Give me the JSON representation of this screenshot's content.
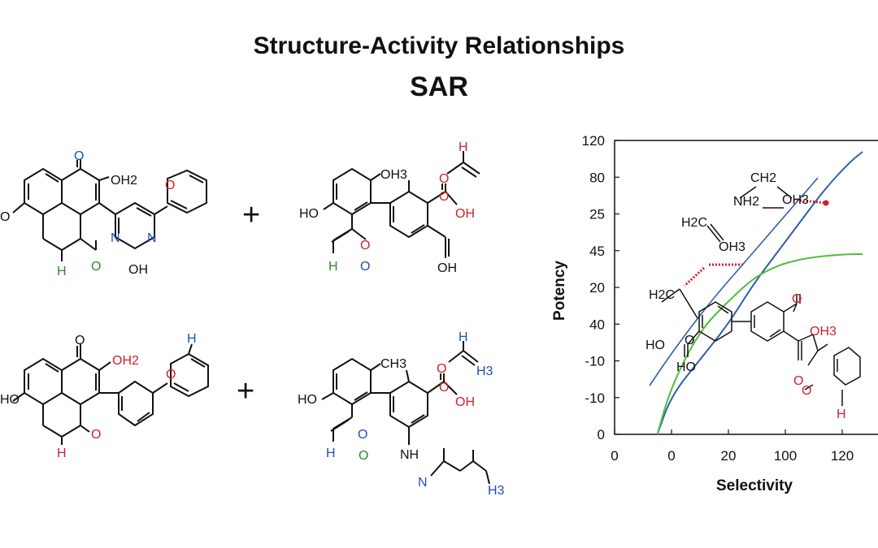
{
  "title": "Structure-Activity Relationships",
  "subtitle": "SAR",
  "colors": {
    "ink": "#111111",
    "oxygen": "#d21f2a",
    "nitrogen": "#1f4fb5",
    "green": "#2a8a2a",
    "blue_curve": "#2f5fa8",
    "green_curve": "#4fbf3a"
  },
  "operators": {
    "plus_top": "+",
    "plus_bottom": "+"
  },
  "molecules": {
    "m1": {
      "o_top": "O",
      "oh2": "OH2",
      "o_ring": "O",
      "ho_left": "O",
      "h": "H",
      "o_amide": "O",
      "n1": "N",
      "n2": "N",
      "oh": "OH"
    },
    "m2": {
      "oh3": "OH3",
      "ho": "HO",
      "h_top": "H",
      "o_vinyl": "O",
      "o_acid": "O",
      "oh_acid": "OH",
      "o_ald": "O",
      "o_ald2": "O",
      "h_ald": "H",
      "oh_bottom": "OH"
    },
    "m3": {
      "o_top": "O",
      "oh2": "OH2",
      "o_ring": "O",
      "h_blue": "H",
      "ho_left": "HO",
      "o_ket": "O",
      "h": "H"
    },
    "m4": {
      "ch3": "CH3",
      "h_top": "H",
      "h3": "H3",
      "o_vinyl": "O",
      "ho": "HO",
      "o_acid": "O",
      "oh_acid": "OH",
      "o1": "O",
      "o2": "O",
      "h": "H",
      "nh": "NH",
      "n": "N",
      "h3b": "H3"
    }
  },
  "chart_data": {
    "type": "line",
    "title": "",
    "xlabel": "Selectivity",
    "ylabel": "Potency",
    "x_tick_labels": [
      "0",
      "0",
      "20",
      "100",
      "120"
    ],
    "y_tick_labels": [
      "120",
      "80",
      "25",
      "45",
      "20",
      "40",
      "-10",
      "-10",
      "0"
    ],
    "series": [
      {
        "color": "#2f5fa8",
        "x": [
          -5,
          0,
          10,
          20,
          40,
          60,
          80,
          100,
          120,
          130
        ],
        "y": [
          0,
          1.2,
          2.3,
          3.4,
          4.6,
          5.6,
          6.6,
          7.6,
          8.4,
          8.7
        ]
      },
      {
        "color": "#4fbf3a",
        "x": [
          -5,
          0,
          10,
          20,
          40,
          60,
          80,
          100,
          120,
          130
        ],
        "y": [
          0,
          1.5,
          3.2,
          4.1,
          4.8,
          5.2,
          5.4,
          5.5,
          5.55,
          5.55
        ]
      },
      {
        "color": "#2f5fa8",
        "x": [
          -3,
          0,
          5,
          10,
          15,
          20
        ],
        "y": [
          1.5,
          2.5,
          4.0,
          5.3,
          6.6,
          7.9
        ]
      }
    ],
    "overlay_labels": {
      "ch2": "CH2",
      "nh2": "NH2",
      "oh3": "OH3",
      "h2c": "H2C",
      "oh3b": "OH3",
      "h2c2": "H2C",
      "o1": "O",
      "oh3c": "OH3",
      "ho1": "HO",
      "o2": "O",
      "ho2": "HO",
      "o3": "O",
      "o4": "O",
      "h": "H"
    },
    "grid": false
  }
}
